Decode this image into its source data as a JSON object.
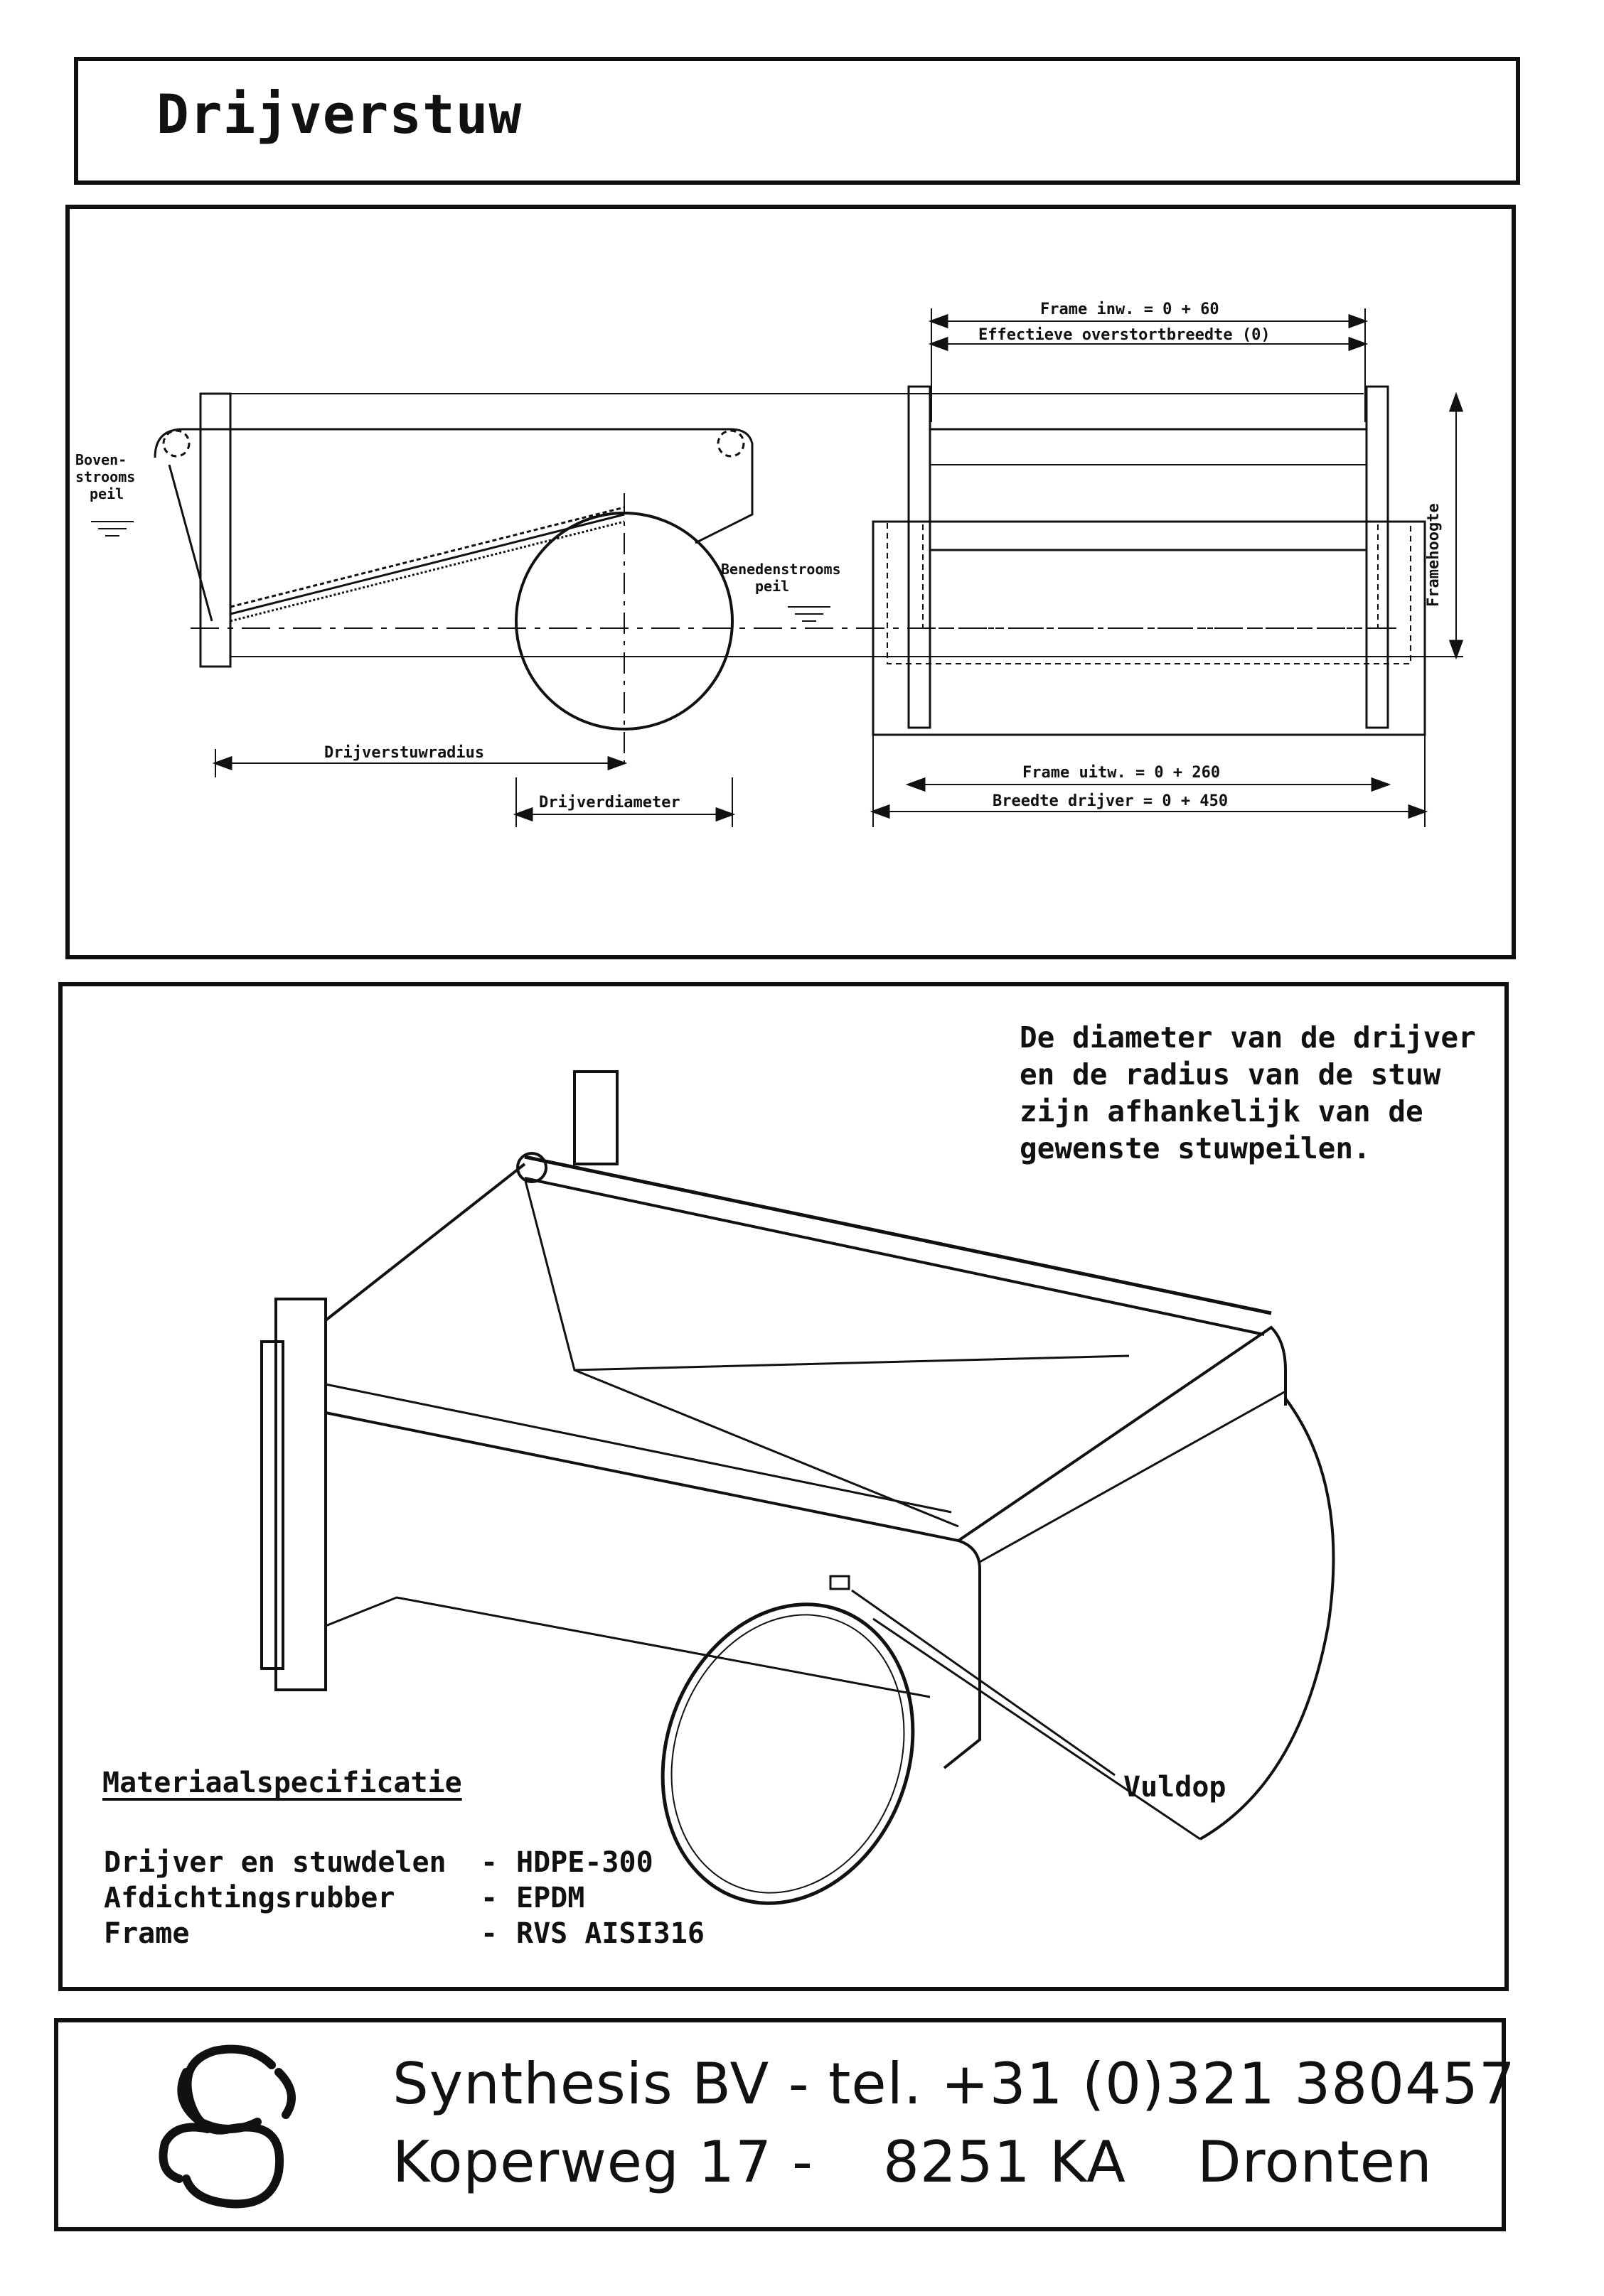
{
  "title": "Drijverstuw",
  "diagram": {
    "label_bovenstrooms": [
      "Boven-",
      "strooms",
      "peil"
    ],
    "label_benedenstrooms": [
      "Benedenstrooms",
      "peil"
    ],
    "label_radius": "Drijverstuwradius",
    "label_diameter": "Drijverdiameter",
    "label_frame_inw": "Frame inw. = 0 + 60",
    "label_effectieve": "Effectieve overstortbreedte (0)",
    "label_framehoogte": "Framehoogte",
    "label_frame_uitw": "Frame uitw. = 0 + 260",
    "label_breedte": "Breedte drijver = 0 + 450"
  },
  "illustration": {
    "note": [
      "De diameter van de drijver",
      "en de radius van de stuw",
      "zijn afhankelijk van de",
      "gewenste stuwpeilen."
    ],
    "vuldop": "Vuldop",
    "spec_title": "Materiaalspecificatie",
    "specs": [
      {
        "part": "Drijver en stuwdelen",
        "sep": "-",
        "material": "HDPE-300"
      },
      {
        "part": "Afdichtingsrubber",
        "sep": "-",
        "material": "EPDM"
      },
      {
        "part": "Frame",
        "sep": "-",
        "material": "RVS AISI316"
      }
    ]
  },
  "footer": {
    "line1": "Synthesis BV - tel. +31 (0)321 380457",
    "line2_street": "Koperweg 17",
    "line2_dash": "-",
    "line2_postcode": "8251 KA",
    "line2_city": "Dronten",
    "logo_icon": "synthesis-logo"
  }
}
